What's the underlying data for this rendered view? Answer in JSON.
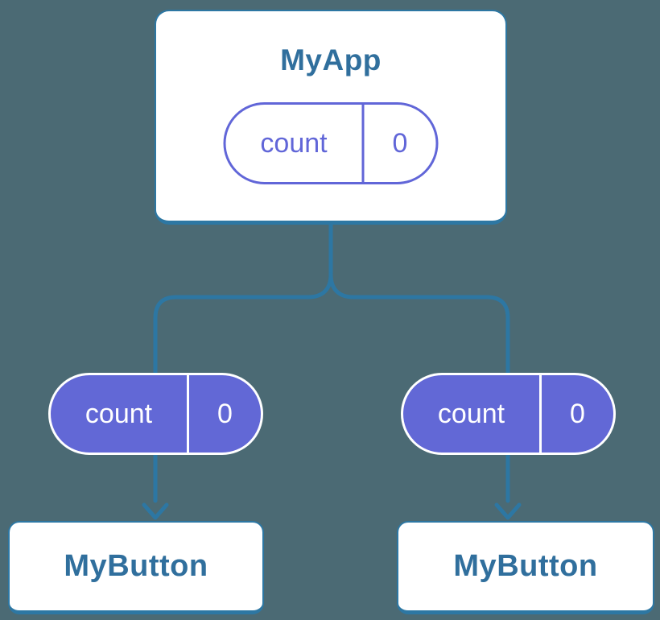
{
  "canvas": {
    "background": "#4b6a74"
  },
  "colors": {
    "connector_blue": "#2d77a3",
    "component_text_blue": "#306f9d",
    "state_purple_outline": "#6166d8",
    "state_purple_fill": "#6268d6",
    "node_fill": "#ffffff",
    "pill_text_light": "#ffffff"
  },
  "root": {
    "title": "MyApp",
    "state": {
      "name": "count",
      "value": "0"
    }
  },
  "children": [
    {
      "title": "MyButton",
      "prop": {
        "name": "count",
        "value": "0"
      }
    },
    {
      "title": "MyButton",
      "prop": {
        "name": "count",
        "value": "0"
      }
    }
  ]
}
